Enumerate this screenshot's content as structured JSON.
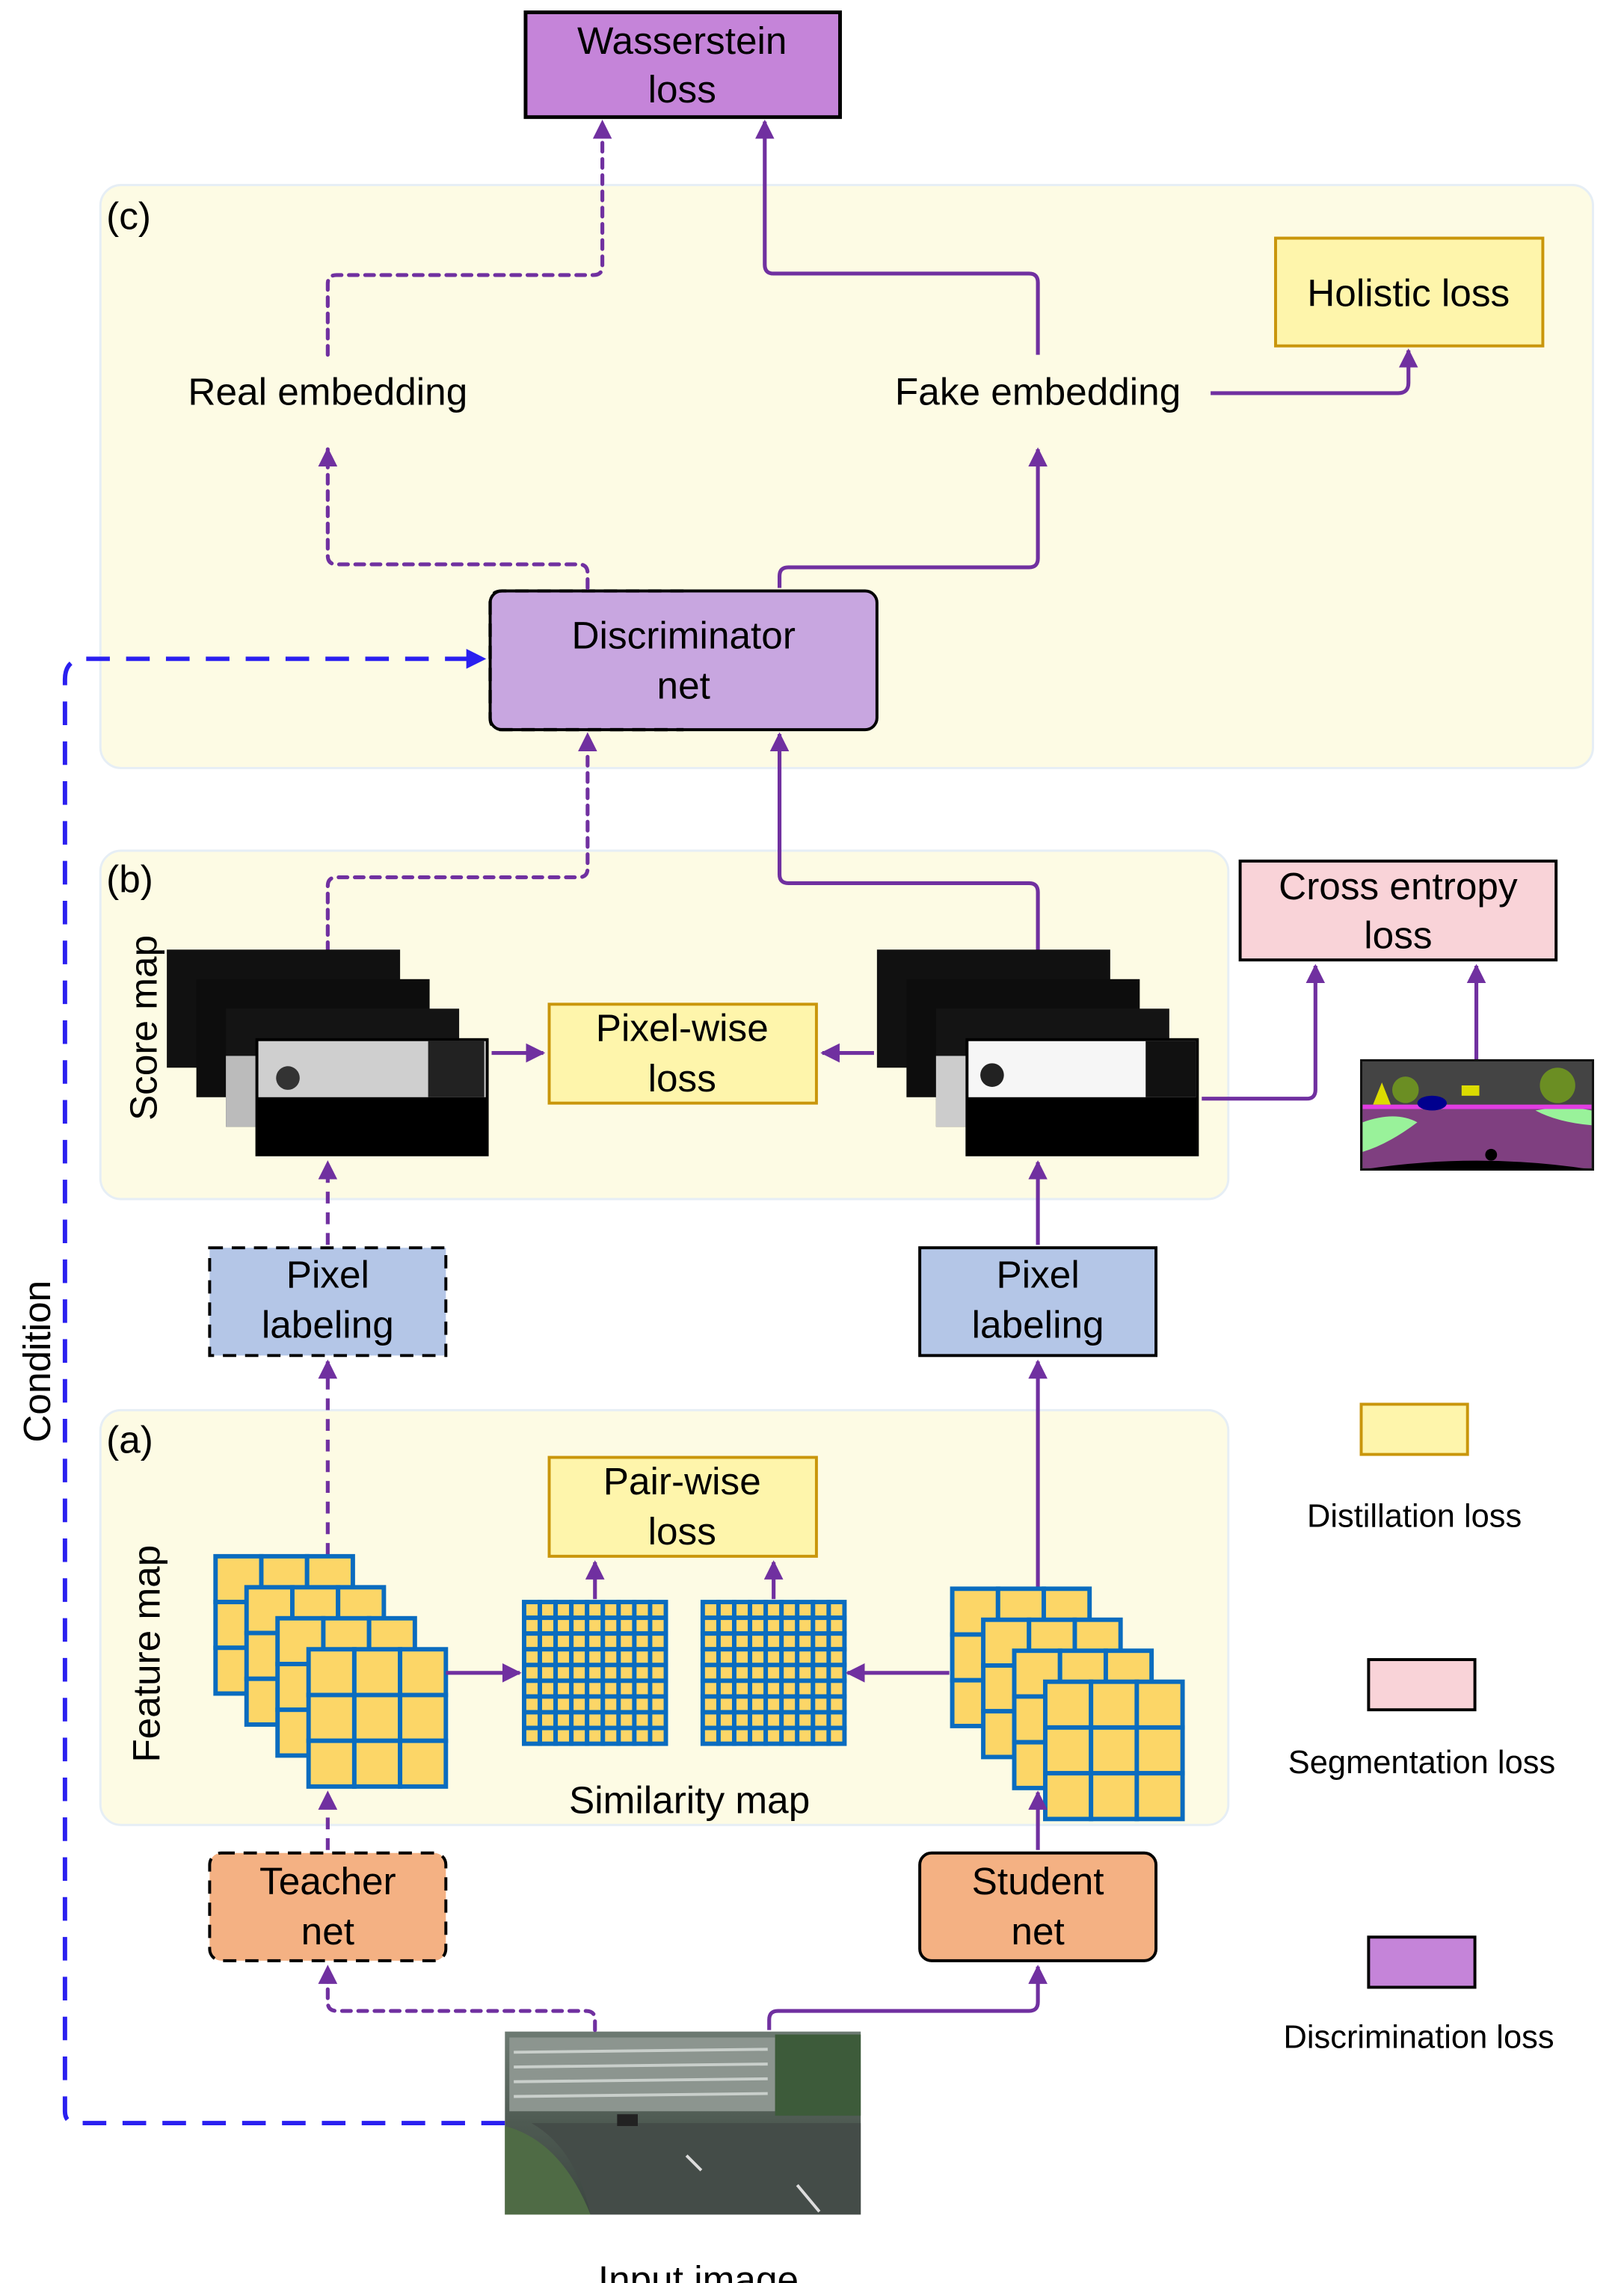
{
  "colors": {
    "distillation_fill": "#fef5ab",
    "distillation_border": "#c9960b",
    "segmentation_fill": "#f9d3d8",
    "discrimination_fill": "#c584d9",
    "discriminator_net_fill": "#c8a6e0",
    "net_fill": "#f4b183",
    "pixel_labeling_fill": "#b4c6e7",
    "arrow": "#7030a0",
    "condition_arrow": "#2a1ff0",
    "panel_fill": "#fdfbe4"
  },
  "panels": {
    "c": "(c)",
    "b": "(b)",
    "a": "(a)"
  },
  "boxes": {
    "wasserstein": [
      "Wasserstein",
      "loss"
    ],
    "holistic": "Holistic loss",
    "discriminator": [
      "Discriminator",
      "net"
    ],
    "pixel_wise": [
      "Pixel-wise",
      "loss"
    ],
    "cross_entropy": [
      "Cross entropy",
      "loss"
    ],
    "pixel_labeling_teacher": [
      "Pixel",
      "labeling"
    ],
    "pixel_labeling_student": [
      "Pixel",
      "labeling"
    ],
    "pair_wise": [
      "Pair-wise",
      "loss"
    ],
    "teacher_net": [
      "Teacher",
      "net"
    ],
    "student_net": [
      "Student",
      "net"
    ]
  },
  "labels": {
    "real_embedding": "Real embedding",
    "fake_embedding": "Fake embedding",
    "score_map": "Score map",
    "feature_map": "Feature map",
    "similarity_map": "Similarity map",
    "condition": "Condition",
    "input_image": "Input image"
  },
  "legend": [
    {
      "label": "Distillation loss",
      "type": "distillation"
    },
    {
      "label": "Segmentation loss",
      "type": "segmentation"
    },
    {
      "label": "Discrimination loss",
      "type": "discrimination"
    }
  ]
}
